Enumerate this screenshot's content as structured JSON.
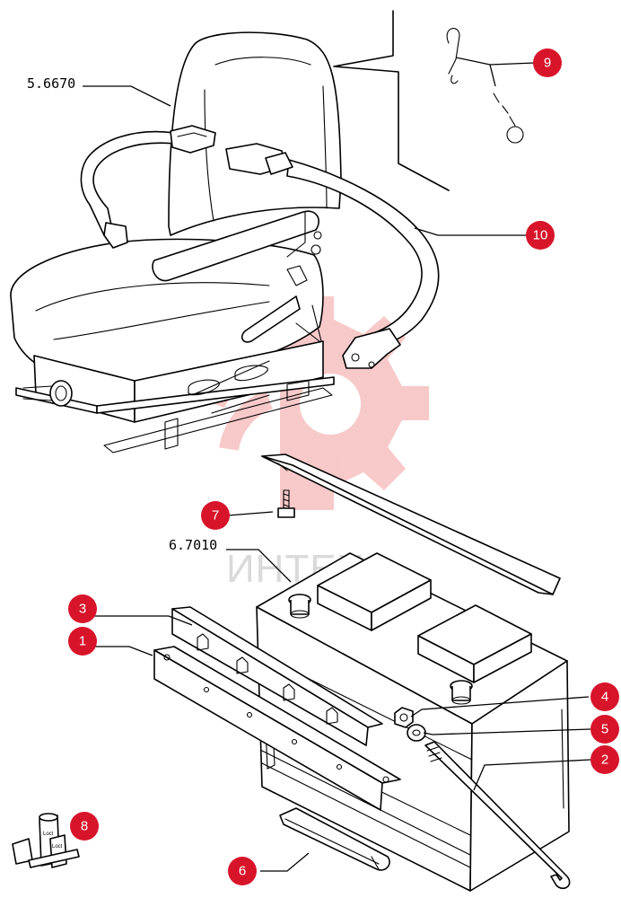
{
  "watermark": {
    "text": "ИНТЕХ",
    "color": "#e84040"
  },
  "part_codes": {
    "seat": "5.6670",
    "battery": "6.7010"
  },
  "callouts": [
    "1",
    "2",
    "3",
    "4",
    "5",
    "6",
    "7",
    "8",
    "9",
    "10"
  ],
  "badge_color": "#d8142a",
  "kit_labels": {
    "can_left": "Loct",
    "can_right": "Loct"
  }
}
